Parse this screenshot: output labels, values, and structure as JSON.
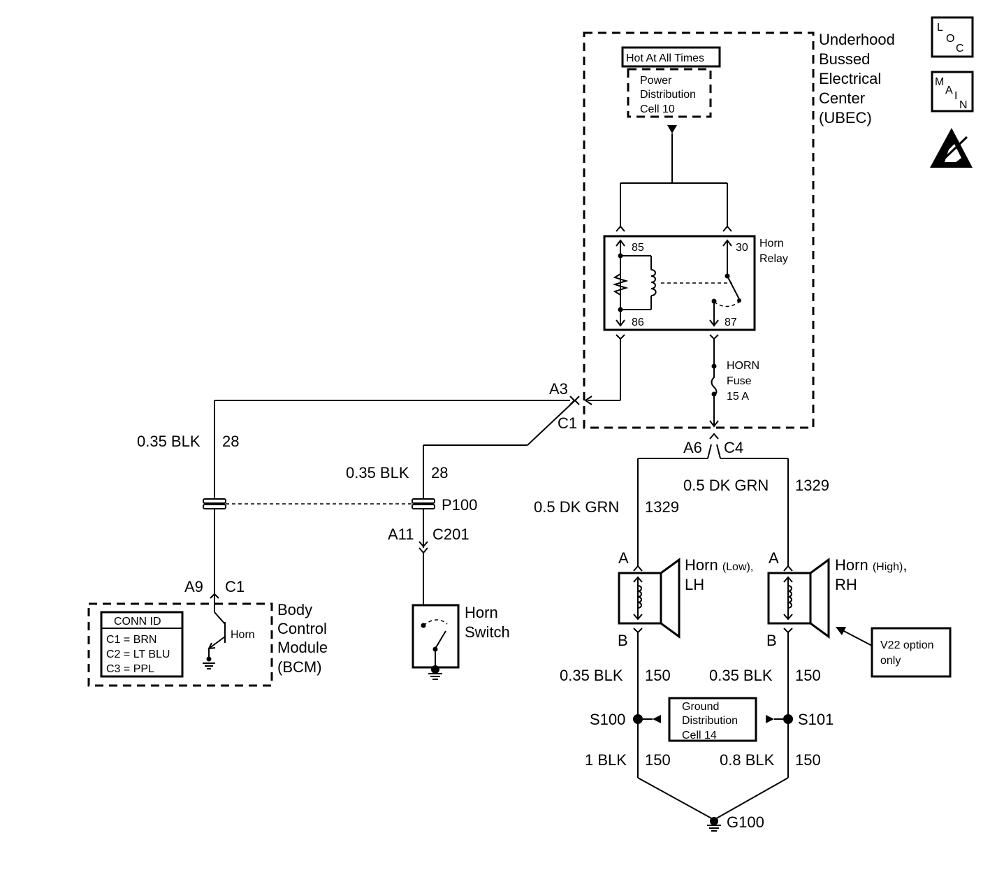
{
  "ubec": {
    "title": [
      "Underhood",
      "Bussed",
      "Electrical",
      "Center",
      "(UBEC)"
    ]
  },
  "hot": {
    "label": "Hot At All Times"
  },
  "pdc": {
    "lines": [
      "Power",
      "Distribution",
      "Cell 10"
    ]
  },
  "relay": {
    "name": [
      "Horn",
      "Relay"
    ],
    "pins": {
      "p85": "85",
      "p30": "30",
      "p86": "86",
      "p87": "87"
    }
  },
  "fuse": {
    "lines": [
      "HORN",
      "Fuse",
      "15 A"
    ]
  },
  "connectors": {
    "a3": "A3",
    "c1_top": "C1",
    "a6": "A6",
    "c4": "C4",
    "p100": "P100",
    "a11": "A11",
    "c201": "C201",
    "a9": "A9",
    "c1_bcm": "C1",
    "a_lh": "A",
    "b_lh": "B",
    "a_rh": "A",
    "b_rh": "B"
  },
  "wires": {
    "w1_color": "0.35 BLK",
    "w1_circuit": "28",
    "w2_color": "0.35 BLK",
    "w2_circuit": "28",
    "w3_color": "0.5 DK GRN",
    "w3_circuit": "1329",
    "w4_color": "0.5 DK GRN",
    "w4_circuit": "1329",
    "w5_color": "0.35 BLK",
    "w5_circuit": "150",
    "w6_color": "0.35 BLK",
    "w6_circuit": "150",
    "w7_color": "1 BLK",
    "w7_circuit": "150",
    "w8_color": "0.8 BLK",
    "w8_circuit": "150"
  },
  "horn_lh": {
    "name": "Horn",
    "qualifier": "(Low),",
    "side": "LH"
  },
  "horn_rh": {
    "name": "Horn",
    "qualifier": "(High)",
    "suffix": ",",
    "side": "RH"
  },
  "option_note": [
    "V22 option",
    "only"
  ],
  "bcm": {
    "title": [
      "Body",
      "Control",
      "Module",
      "(BCM)"
    ],
    "conn_id_header": "CONN ID",
    "conn_ids": [
      "C1 = BRN",
      "C2 = LT BLU",
      "C3 = PPL"
    ],
    "horn_label": "Horn"
  },
  "horn_switch": {
    "lines": [
      "Horn",
      "Switch"
    ]
  },
  "ground_dist": {
    "lines": [
      "Ground",
      "Distribution",
      "Cell 14"
    ]
  },
  "splices": {
    "s100": "S100",
    "s101": "S101"
  },
  "ground": {
    "g100": "G100"
  },
  "side_icons": {
    "loc": [
      "L",
      "O",
      "C"
    ],
    "main": [
      "M",
      "A",
      "I",
      "N"
    ],
    "esd": "esd-icon"
  }
}
